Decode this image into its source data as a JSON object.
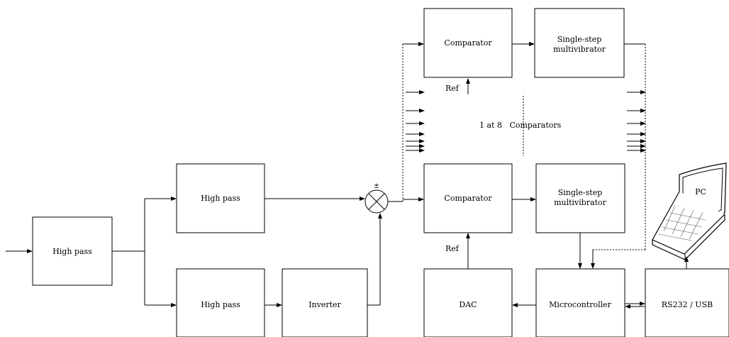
{
  "blocks": {
    "highpass_in": "High pass",
    "highpass_top": "High pass",
    "highpass_bottom": "High pass",
    "inverter": "Inverter",
    "comparator_top": "Comparator",
    "multivibrator_top_l1": "Single-step",
    "multivibrator_top_l2": "multivibrator",
    "comparator_bottom": "Comparator",
    "multivibrator_bottom_l1": "Single-step",
    "multivibrator_bottom_l2": "multivibrator",
    "dac": "DAC",
    "microcontroller": "Microcontroller",
    "rs232": "RS232 / USB",
    "pc": "PC"
  },
  "labels": {
    "ref_top": "Ref",
    "ref_bottom": "Ref",
    "comparators_note": "1 at 8   Comparators",
    "sum_sign": "±"
  }
}
